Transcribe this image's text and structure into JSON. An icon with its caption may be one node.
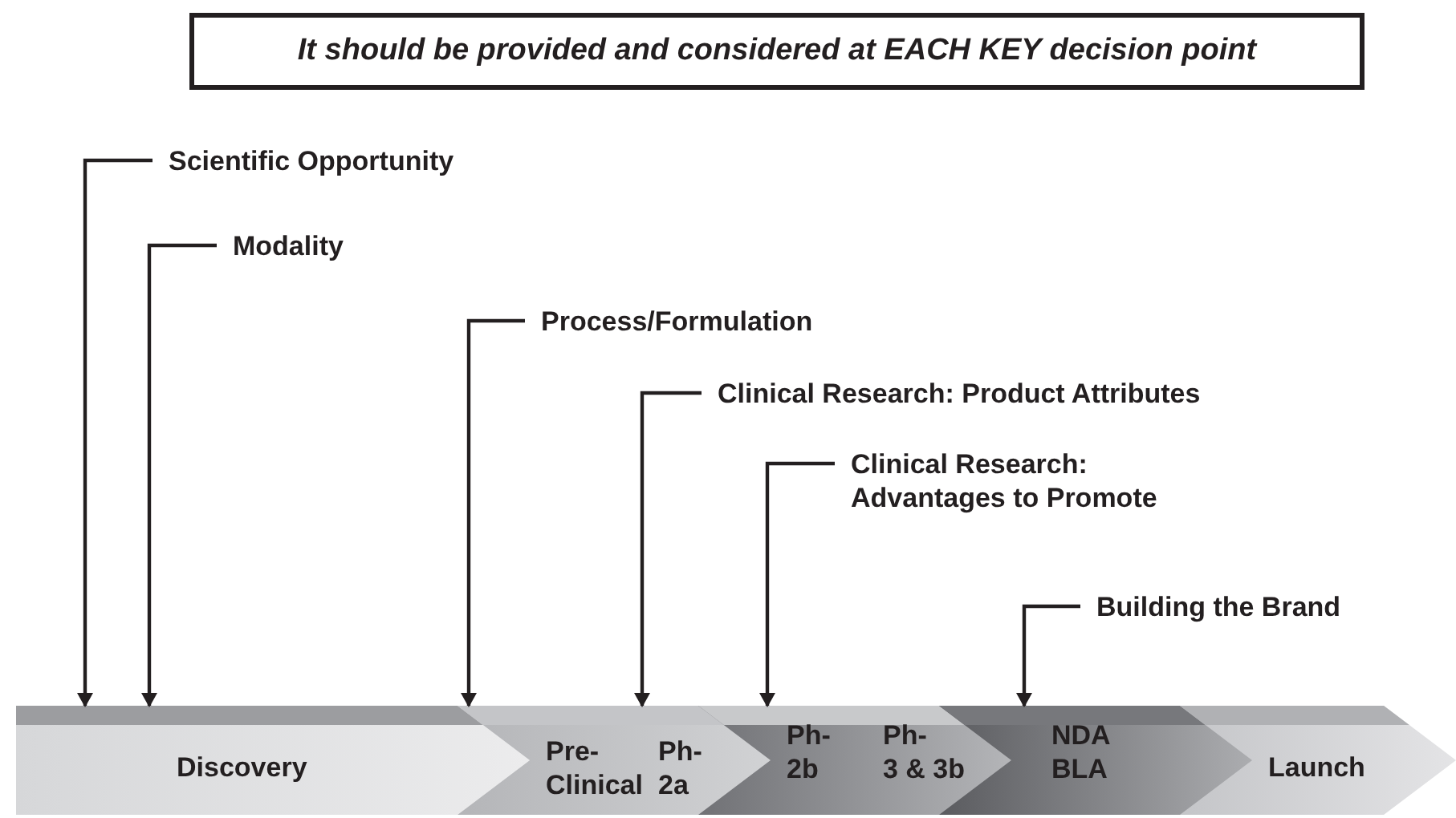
{
  "diagram": {
    "title": "It should be provided and considered at EACH KEY decision point",
    "nodes": [
      {
        "text": [
          "Scientific Opportunity"
        ]
      },
      {
        "text": [
          "Modality"
        ]
      },
      {
        "text": [
          "Process/Formulation"
        ]
      },
      {
        "text": [
          "Clinical Research: Product Attributes"
        ]
      },
      {
        "text": [
          "Clinical Research: Advantages to Promote"
        ]
      },
      {
        "text": [
          "Building the Brand"
        ]
      },
      {
        "text": [
          "Discovery"
        ]
      },
      {
        "text": [
          "Pre- Clinical",
          "Ph- 2a"
        ]
      },
      {
        "text": [
          "Ph- 2b",
          "Ph- 3 & 3b"
        ]
      },
      {
        "text": [
          "NDA BLA"
        ]
      },
      {
        "text": [
          "Launch"
        ]
      }
    ],
    "edges": [
      {
        "from": 0,
        "to": 6,
        "arrow": "to"
      },
      {
        "from": 1,
        "to": 6,
        "arrow": "to"
      },
      {
        "from": 2,
        "to": 7,
        "arrow": "to"
      },
      {
        "from": 3,
        "to": 7,
        "arrow": "to"
      },
      {
        "from": 4,
        "to": 8,
        "arrow": "to"
      },
      {
        "from": 5,
        "to": 9,
        "arrow": "to"
      }
    ]
  }
}
